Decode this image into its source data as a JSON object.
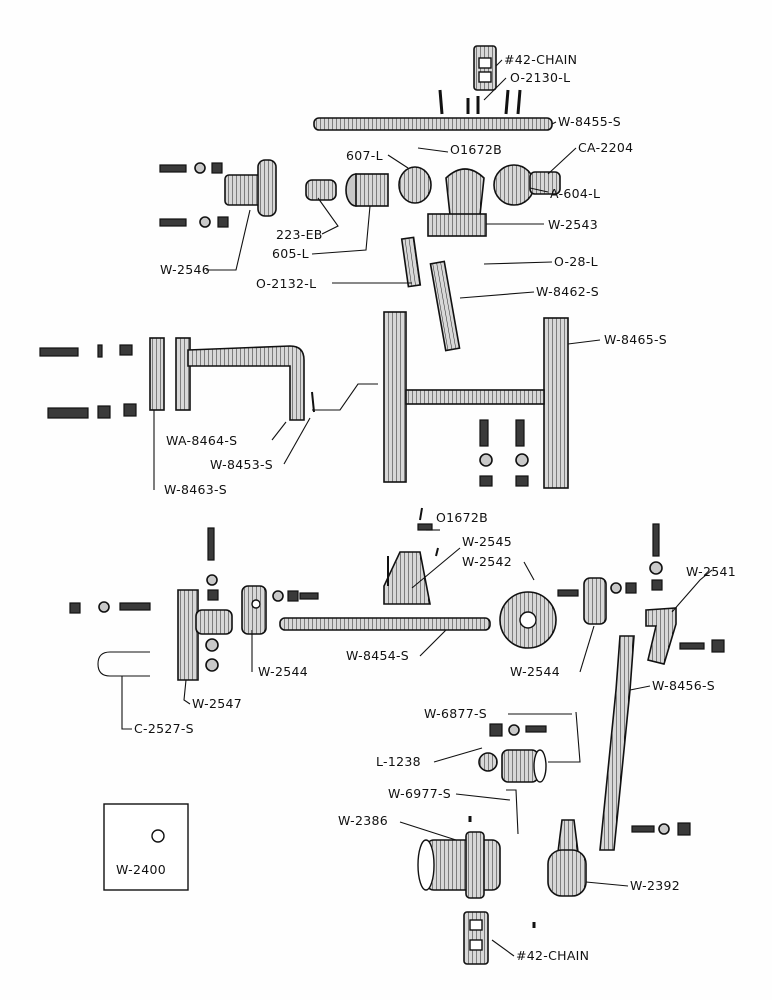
{
  "labels": {
    "chain_top": "#42-CHAIN",
    "o2130l": "O-2130-L",
    "w8455s": "W-8455-S",
    "o1672b_top": "O1672B",
    "l607": "607-L",
    "ca2204": "CA-2204",
    "a604l": "A-604-L",
    "w2543": "W-2543",
    "eb223": "223-EB",
    "l605": "605-L",
    "w2546": "W-2546",
    "o2132l": "O-2132-L",
    "o28l": "O-28-L",
    "w8462s": "W-8462-S",
    "w8465s": "W-8465-S",
    "wa8464s": "WA-8464-S",
    "w8453s": "W-8453-S",
    "w8463s": "W-8463-S",
    "o1672b_mid": "O1672B",
    "w2545": "W-2545",
    "w2542": "W-2542",
    "w2541": "W-2541",
    "w2544_left": "W-2544",
    "w8454s": "W-8454-S",
    "w2544_right": "W-2544",
    "w8456s": "W-8456-S",
    "w2547": "W-2547",
    "c2527s": "C-2527-S",
    "w6877s": "W-6877-S",
    "l1238": "L-1238",
    "w6977s": "W-6977-S",
    "w2386": "W-2386",
    "w2392": "W-2392",
    "chain_bottom": "#42-CHAIN",
    "w2400": "W-2400"
  }
}
